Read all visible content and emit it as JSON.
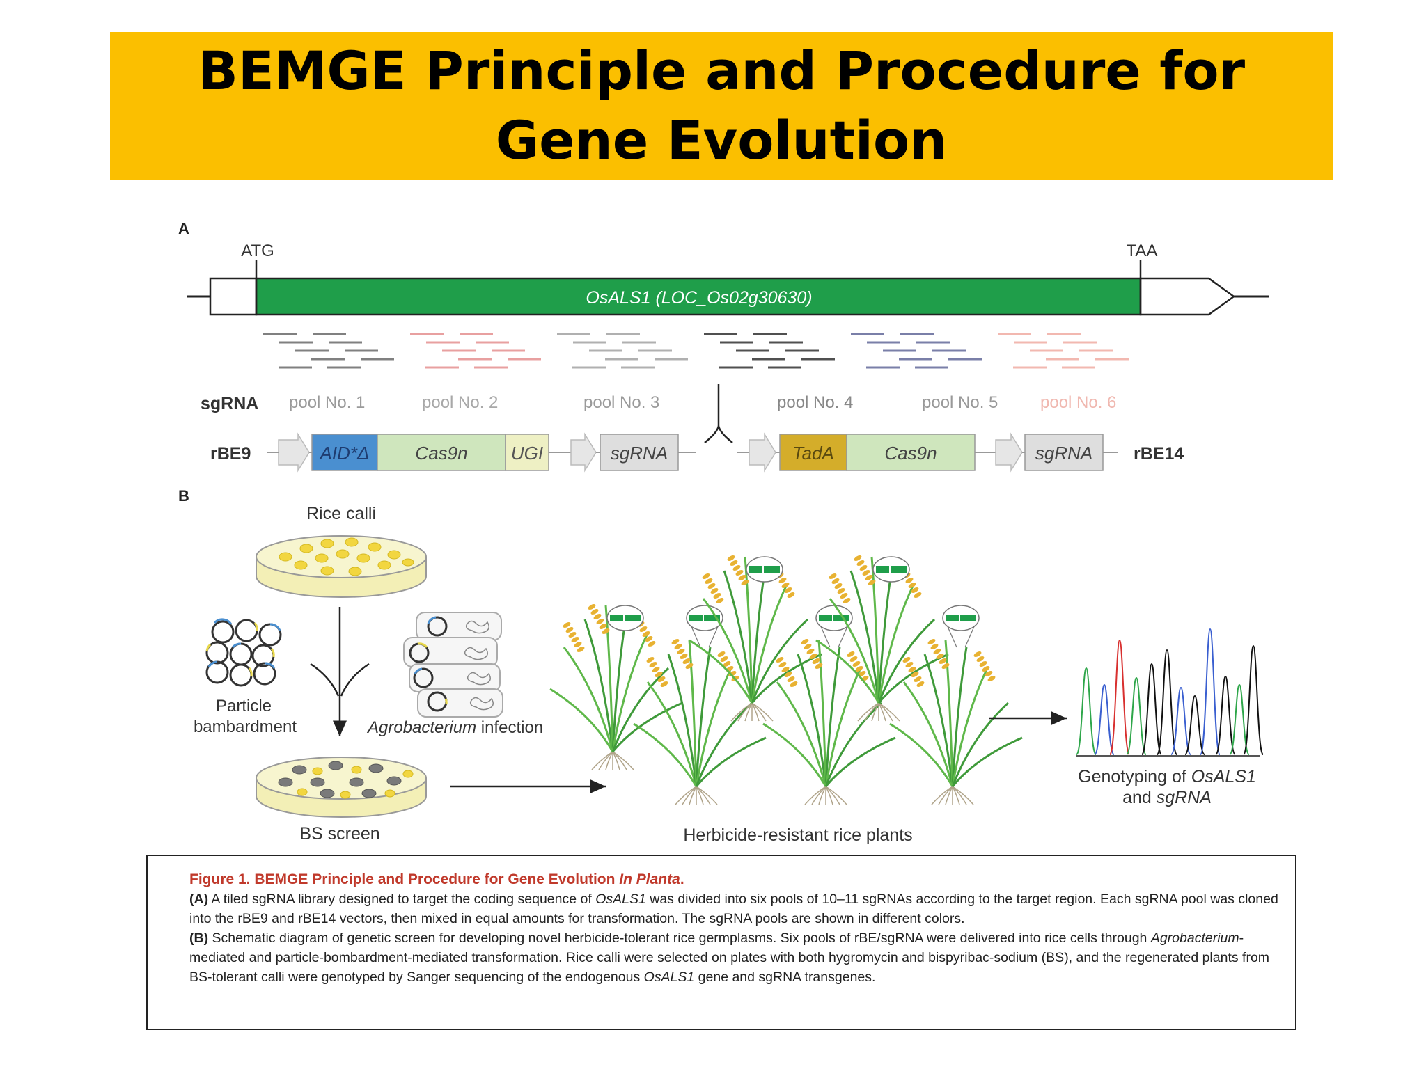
{
  "title": "BEMGE Principle and Procedure for Gene Evolution",
  "panel_a": {
    "label": "A",
    "start_codon": "ATG",
    "stop_codon": "TAA",
    "gene_label": "OsALS1 (LOC_Os02g30630)",
    "sgrna_label": "sgRNA",
    "pools": [
      "pool No. 1",
      "pool No. 2",
      "pool No. 3",
      "pool No. 4",
      "pool No. 5",
      "pool No. 6"
    ],
    "pool_colors": [
      "#808080",
      "#e8a0a0",
      "#b0b0b0",
      "#505050",
      "#7a7fa8",
      "#f2b8b0"
    ],
    "vector_left": {
      "name": "rBE9",
      "segments": [
        "AID*Δ",
        "Cas9n",
        "UGI"
      ],
      "sgrna": "sgRNA"
    },
    "vector_right": {
      "name": "rBE14",
      "segments": [
        "TadA",
        "Cas9n"
      ],
      "sgrna": "sgRNA"
    },
    "colors": {
      "gene": "#1f9e4a",
      "aid": "#4a8fd0",
      "cas9n": "#cfe6bd",
      "ugi": "#eef0c4",
      "tada": "#d4ad2a",
      "sgrna_box": "#dedede"
    }
  },
  "panel_b": {
    "label": "B",
    "rice_calli": "Rice calli",
    "particle": [
      "Particle",
      "bambardment"
    ],
    "agro_italic": "Agrobacterium",
    "agro_rest": " infection",
    "bs_screen": "BS screen",
    "plants_label": "Herbicide-resistant rice plants",
    "genotyping_line1": "Genotyping of ",
    "genotyping_gene": "OsALS1",
    "genotyping_line2": "and ",
    "genotyping_sgrna": "sgRNA"
  },
  "caption": {
    "heading_main": "Figure 1. BEMGE Principle and Procedure for Gene Evolution ",
    "heading_italic": "In Planta",
    "heading_end": ".",
    "a_label": "(A)",
    "a_text_1": " A tiled sgRNA library designed to target the coding sequence of ",
    "a_gene": "OsALS1",
    "a_text_2": " was divided into six pools of 10–11 sgRNAs according to the target region. Each sgRNA pool was cloned into the rBE9 and rBE14 vectors, then mixed in equal amounts for transformation. The sgRNA pools are shown in different colors.",
    "b_label": "(B)",
    "b_text_1": " Schematic diagram of genetic screen for developing novel herbicide-tolerant rice germplasms. Six pools of rBE/sgRNA were delivered into rice cells through ",
    "b_agro": "Agrobacterium",
    "b_text_2": "-mediated and particle-bombardment-mediated transformation. Rice calli were selected on plates with both hygromycin and bispyribac-sodium (BS), and the regenerated plants from BS-tolerant calli were genotyped by Sanger sequencing of the endogenous ",
    "b_gene": "OsALS1",
    "b_text_3": " gene and sgRNA transgenes."
  }
}
